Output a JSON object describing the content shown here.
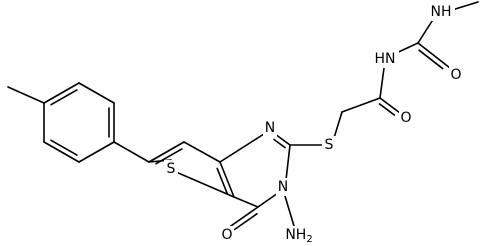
{
  "molecule": {
    "atoms": {
      "n_pyr": "N",
      "s_thio": "S",
      "s_link": "S",
      "n_amino_ring": "N",
      "nh2": "NH2",
      "o_ring": "O",
      "o_amide": "O",
      "hn_amide": "HN",
      "o_urea": "O",
      "nh_methyl": "NH"
    },
    "colors": {
      "bond": "#000000",
      "label": "#000000",
      "background": "#ffffff"
    }
  }
}
